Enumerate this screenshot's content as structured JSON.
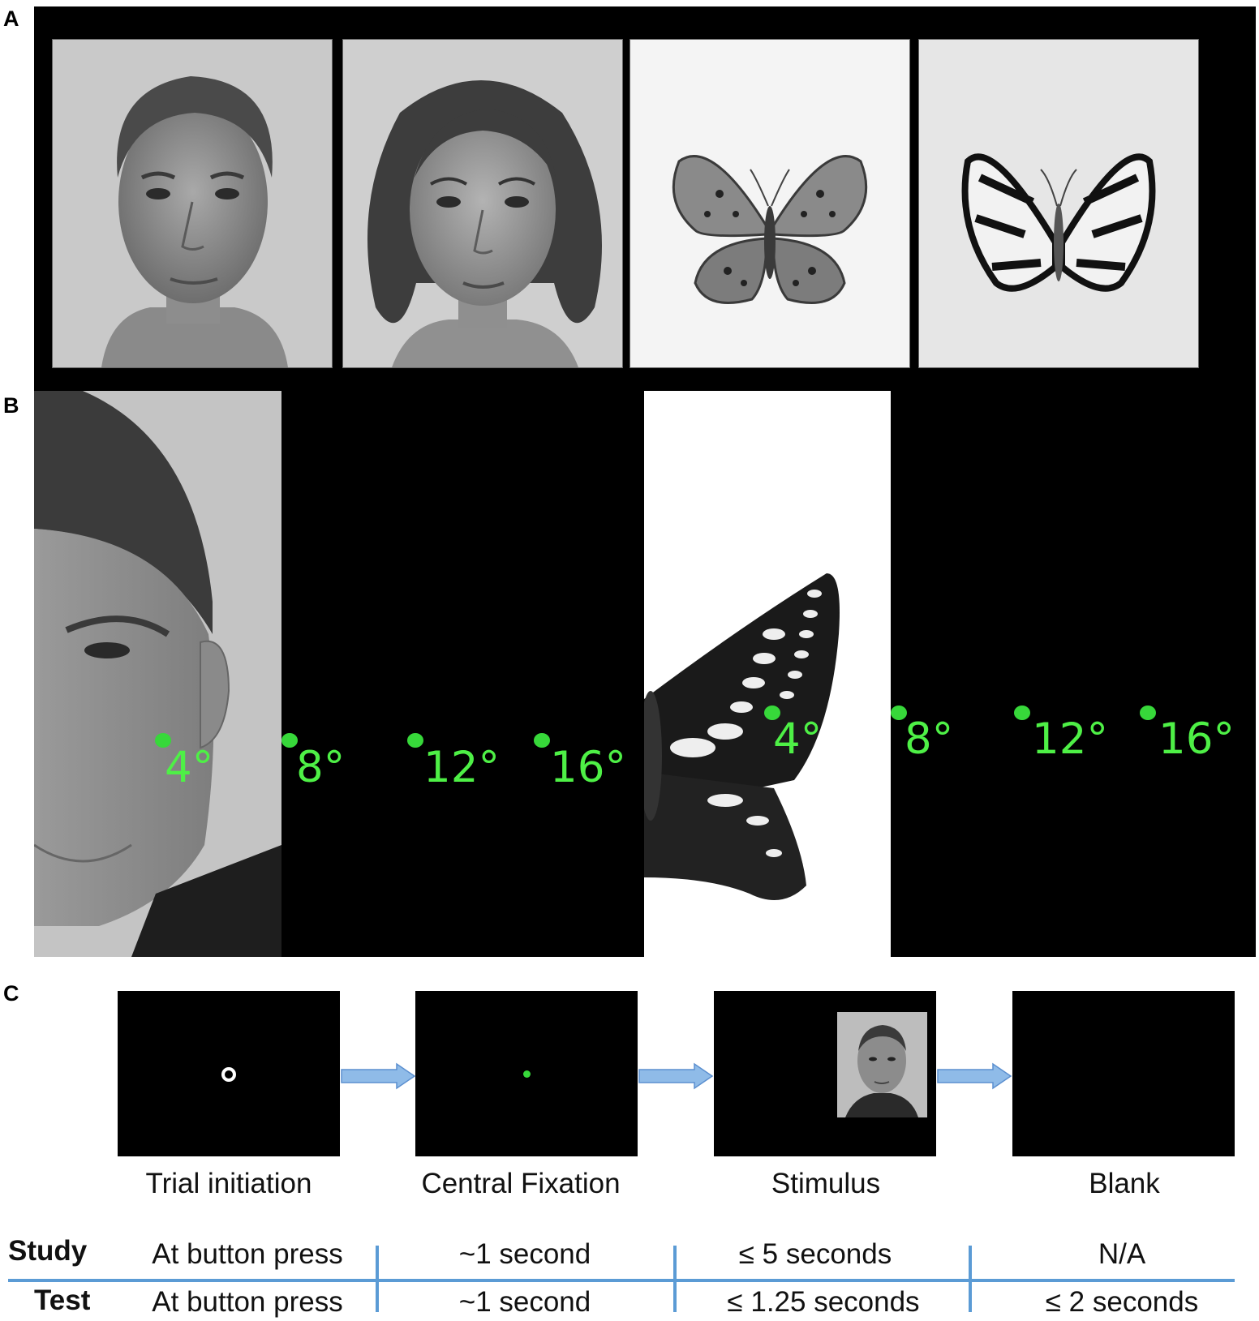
{
  "panels": {
    "a": "A",
    "b": "B",
    "c": "C"
  },
  "panel_b": {
    "face_side": {
      "eccentricities": [
        "4°",
        "8°",
        "12°",
        "16°"
      ]
    },
    "butterfly_side": {
      "eccentricities": [
        "4°",
        "8°",
        "12°",
        "16°"
      ]
    }
  },
  "panel_c": {
    "steps": [
      "Trial initiation",
      "Central Fixation",
      "Stimulus",
      "Blank"
    ],
    "table": {
      "rows": [
        {
          "label": "Study",
          "cells": [
            "At button press",
            "~1 second",
            "≤ 5 seconds",
            "N/A"
          ]
        },
        {
          "label": "Test",
          "cells": [
            "At button press",
            "~1 second",
            "≤ 1.25 seconds",
            "≤ 2 seconds"
          ]
        }
      ]
    }
  },
  "colors": {
    "fixation_green": "#37d83a",
    "label_green": "#4ef046",
    "arrow_blue": "#8fbbe8",
    "divider_blue": "#5b9bd5"
  }
}
